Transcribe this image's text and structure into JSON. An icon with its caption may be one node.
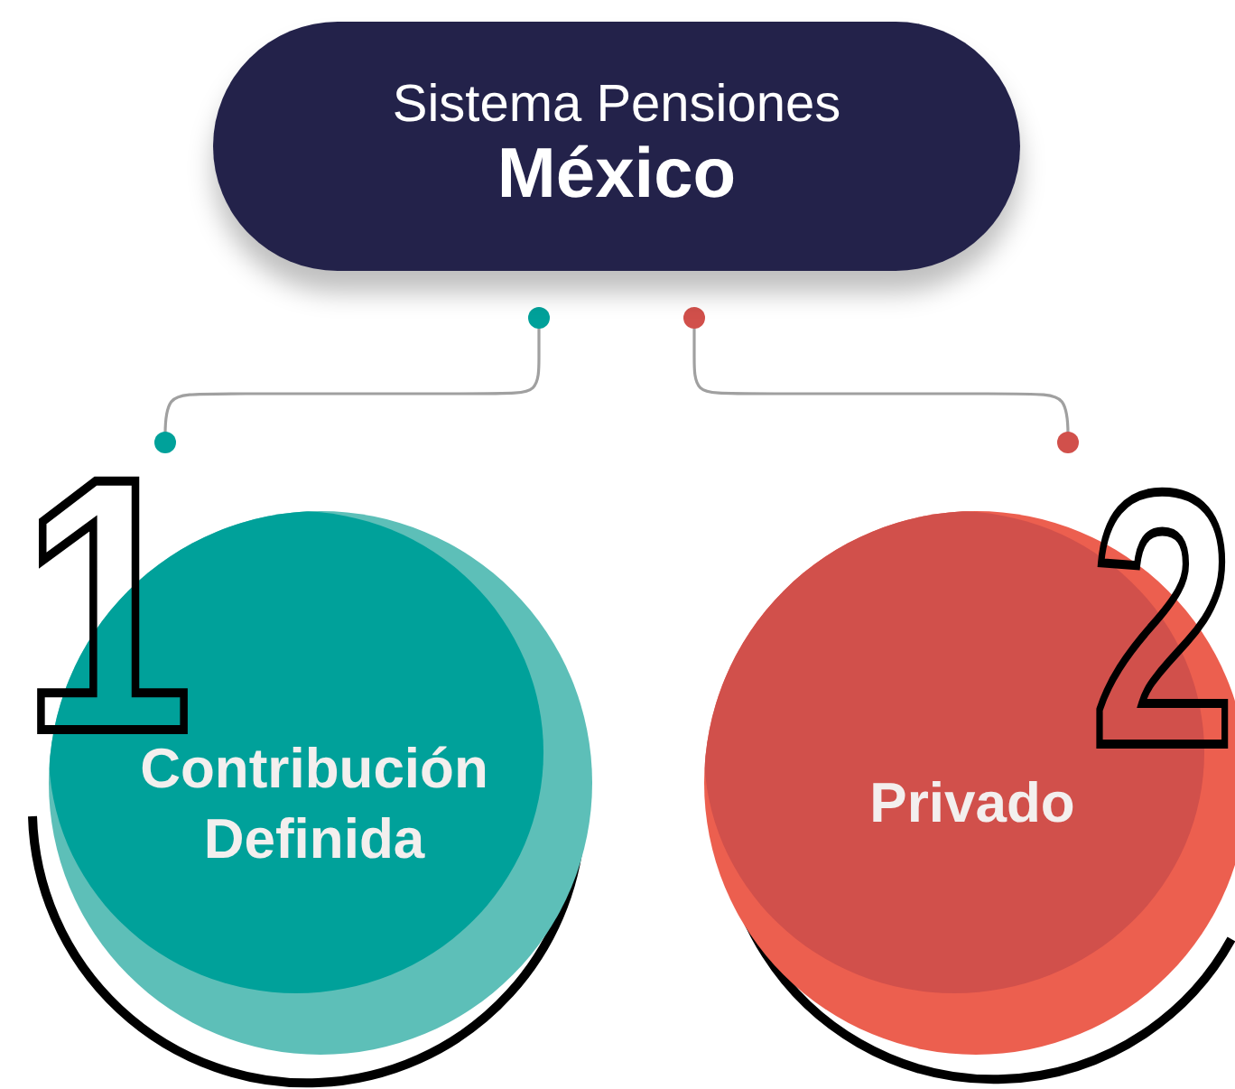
{
  "diagram": {
    "nodes": [
      {
        "text": [
          "Sistema Pensiones",
          "México"
        ]
      },
      {
        "text": [
          "Contribución Definida"
        ]
      },
      {
        "text": [
          "Privado"
        ]
      }
    ],
    "edges": [
      {
        "from": 0,
        "to": 1,
        "arrow": "other"
      },
      {
        "from": 0,
        "to": 2,
        "arrow": "other"
      }
    ],
    "labels": [
      "1",
      "2"
    ]
  }
}
